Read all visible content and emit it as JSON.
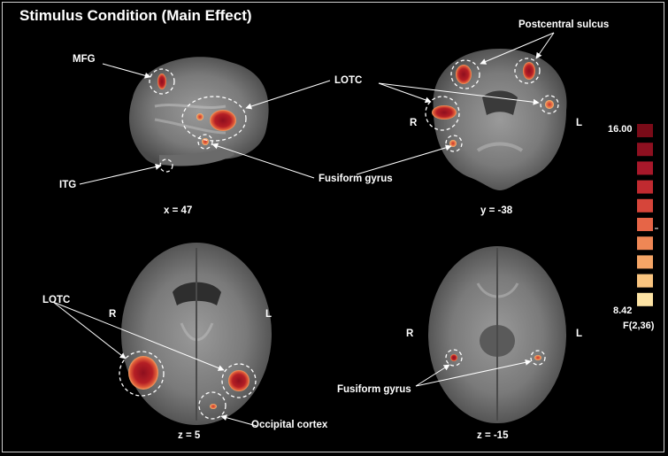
{
  "title": "Stimulus Condition (Main Effect)",
  "panels": {
    "sagittal": {
      "coord": "x = 47"
    },
    "coronal": {
      "coord": "y = -38"
    },
    "axial_upper": {
      "coord": "z = 5"
    },
    "axial_lower": {
      "coord": "z = -15"
    }
  },
  "labels": {
    "mfg": "MFG",
    "itg": "ITG",
    "lotc_top": "LOTC",
    "lotc_left": "LOTC",
    "fusiform_top": "Fusiform gyrus",
    "fusiform_bottom": "Fusiform gyrus",
    "postcentral": "Postcentral sulcus",
    "occipital": "Occipital cortex"
  },
  "orientation": {
    "coronal_r": "R",
    "coronal_l": "L",
    "axial_upper_r": "R",
    "axial_upper_l": "L",
    "axial_lower_r": "R",
    "axial_lower_l": "L"
  },
  "colorbar": {
    "max_label": "16.00",
    "min_label": "8.42",
    "stat_label": "F(2,36)",
    "colors": [
      "#7a0b18",
      "#8e1020",
      "#a8182a",
      "#c02a30",
      "#d6453a",
      "#e66547",
      "#ef8755",
      "#f5a566",
      "#f9c47f",
      "#fde3a4"
    ]
  }
}
